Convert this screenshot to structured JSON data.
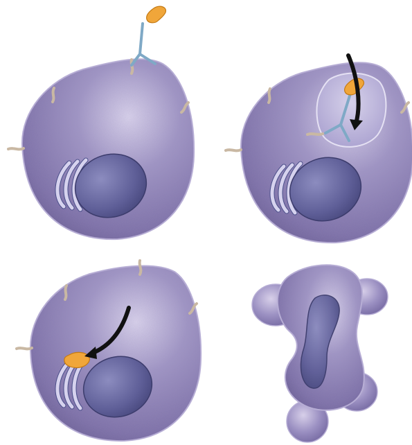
{
  "figure": {
    "panels": [
      {
        "stage": "antibody-binds-surface-receptor"
      },
      {
        "stage": "receptor-antibody-complex-internalized"
      },
      {
        "stage": "complex-transported-to-golgi"
      },
      {
        "stage": "cell-fragments-into-apoptotic-bodies"
      }
    ]
  },
  "colors": {
    "cytoplasm": "#8f84b6",
    "cytoplasm_dark": "#5f5488",
    "membrane": "#b9b0d6",
    "nucleus": "#5a5a92",
    "receptor": "#c9b8a3",
    "antibody": "#8fb6cf",
    "antigen": "#f0a63a",
    "arrow": "#111111"
  }
}
